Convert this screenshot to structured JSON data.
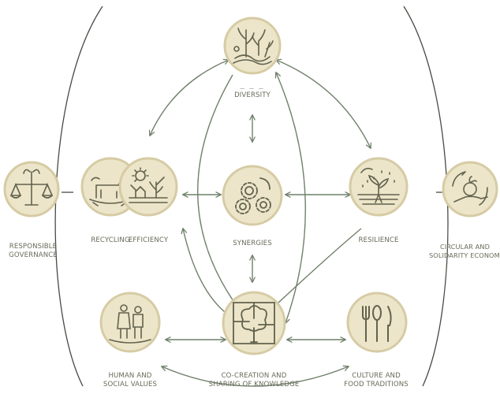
{
  "nodes": {
    "diversity": {
      "label": "DIVERSITY",
      "icon": "plants-landscape-icon"
    },
    "recycling": {
      "label": "RECYCLING",
      "icon": "cow-icon"
    },
    "efficiency": {
      "label": "EFFICIENCY",
      "icon": "sun-seedlings-icon"
    },
    "synergies": {
      "label": "SYNERGIES",
      "icon": "gears-icon"
    },
    "resilience": {
      "label": "RESILIENCE",
      "icon": "rain-plant-icon"
    },
    "human_social_values": {
      "line1": "HUMAN AND",
      "line2": "SOCIAL VALUES",
      "icon": "people-icon"
    },
    "co_creation": {
      "line1": "CO-CREATION AND",
      "line2": "SHARING OF KNOWLEDGE",
      "icon": "tree-puzzle-icon"
    },
    "culture_food": {
      "line1": "CULTURE AND",
      "line2": "FOOD TRADITIONS",
      "icon": "fork-spoon-knife-icon"
    },
    "responsible_governance": {
      "line1": "RESPONSIBLE",
      "line2": "GOVERNANCE",
      "icon": "scales-icon"
    },
    "circular_solidarity": {
      "line1": "CIRCULAR AND",
      "line2": "SOLIDARITY ECONOMY",
      "icon": "hand-apple-cycle-icon"
    }
  },
  "colors": {
    "medallion_fill": "#ece5c9",
    "medallion_ring": "#d6cba4",
    "icon_stroke": "#62624e",
    "arrow": "#6f806a",
    "bracket": "#4a4a42",
    "label": "#6a6a5a"
  }
}
